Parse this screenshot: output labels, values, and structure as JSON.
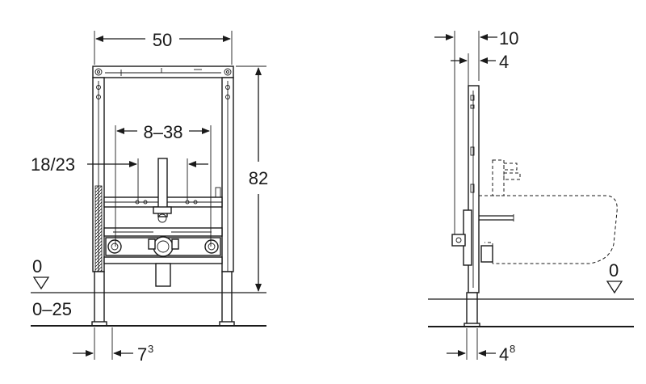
{
  "front_view": {
    "width_label": "50",
    "adjust_label": "8–38",
    "outlet_label": "18/23",
    "height_label": "82",
    "floor_label": "0",
    "range_label": "0–25",
    "foot_label": "7",
    "foot_sup": "3"
  },
  "side_view": {
    "depth_label": "10",
    "frame_label": "4",
    "floor_label": "0",
    "foot_label": "4",
    "foot_sup": "8"
  }
}
